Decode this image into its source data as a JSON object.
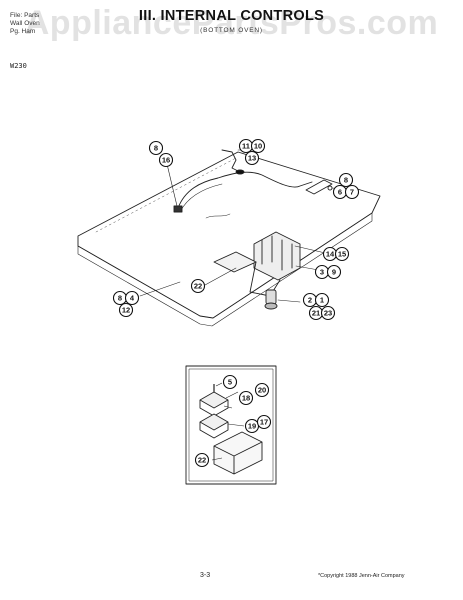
{
  "watermark": "AppliancePartsPros.com",
  "header": {
    "left_lines": [
      "File: Parts",
      "Wall Oven",
      "Pg. Ham"
    ],
    "title": "III. INTERNAL CONTROLS",
    "subtitle": "(BOTTOM OVEN)"
  },
  "model": "W230",
  "callouts": {
    "c8a": "8",
    "c16a": "16",
    "c11": "11",
    "c10": "10",
    "c13": "13",
    "c8b": "8",
    "c6": "6",
    "c7": "7",
    "c14": "14",
    "c15": "15",
    "c3": "3",
    "c9": "9",
    "c22a": "22",
    "c8c": "8",
    "c4": "4",
    "c12": "12",
    "c2": "2",
    "c1": "1",
    "c21": "21",
    "c23": "23",
    "c5": "5",
    "c20": "20",
    "c18": "18",
    "c19": "19",
    "c17": "17",
    "c22b": "22"
  },
  "footer": {
    "page_number": "3-3",
    "copyright": "*Copyright 1988 Jenn-Air Company"
  }
}
